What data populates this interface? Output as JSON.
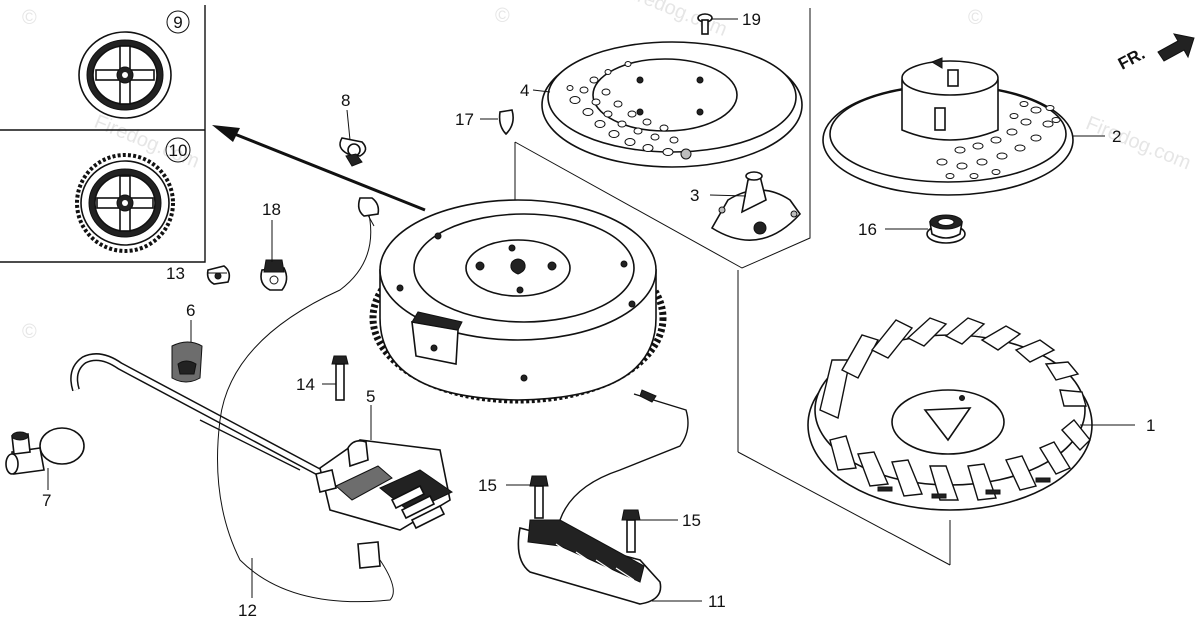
{
  "watermark": {
    "symbol": "©",
    "text": "Firedog.com"
  },
  "direction": {
    "label": "FR."
  },
  "callouts": {
    "c1": "1",
    "c2": "2",
    "c3": "3",
    "c4": "4",
    "c5": "5",
    "c6": "6",
    "c7": "7",
    "c8": "8",
    "c9": "9",
    "c10": "10",
    "c11": "11",
    "c12": "12",
    "c13": "13",
    "c14": "14",
    "c15a": "15",
    "c15b": "15",
    "c16": "16",
    "c17": "17",
    "c18": "18",
    "c19": "19"
  },
  "colors": {
    "ink": "#111111",
    "paper": "#ffffff",
    "watermark": "#e6e6e6"
  }
}
